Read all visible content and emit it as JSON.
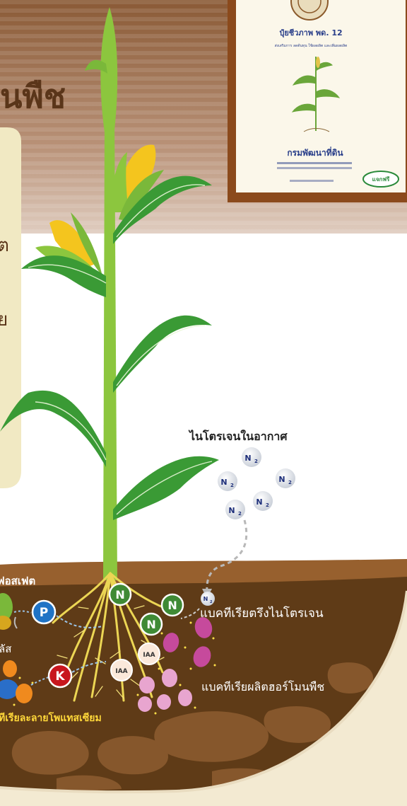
{
  "title_fragment": "นพืช",
  "side_text": {
    "line1": "ต",
    "line2": "ย"
  },
  "book": {
    "title": "ปุ๋ยชีวภาพ พด. 12",
    "subtitle": "ส่งเสริมการ ลดต้นทุน ใช้ผลผลิต และเพิ่มผลผลิต",
    "publisher": "กรมพัฒนาที่ดิน",
    "badge": "แจกฟรี"
  },
  "labels": {
    "air_nitrogen": "ไนโตรเจนในอากาศ",
    "n_fixing": "แบคทีเรียตรึงไนโตรเจน",
    "hormone": "แบคทีเรียผลิตฮอร์โมนพืช",
    "potassium": "ทีเรียละลายโพแทสเซียม",
    "phosphate": "ฟอสเฟต",
    "cut_left": "ลัส"
  },
  "molecules": {
    "n2": "N",
    "n2_sub": "2",
    "nitrogen": "N",
    "phosphorus": "P",
    "potassium": "K",
    "iaa": "IAA"
  },
  "colors": {
    "bg": "#f3ead2",
    "soil_top": "#97602e",
    "soil": "#5f3b17",
    "leaf": "#3a9a35",
    "stem": "#8cc63e",
    "corn": "#f4c51e",
    "n_circle": "#3f8a35",
    "p_circle": "#1f73c5",
    "k_circle": "#c8161d",
    "bacteria": "#c64a9c"
  }
}
